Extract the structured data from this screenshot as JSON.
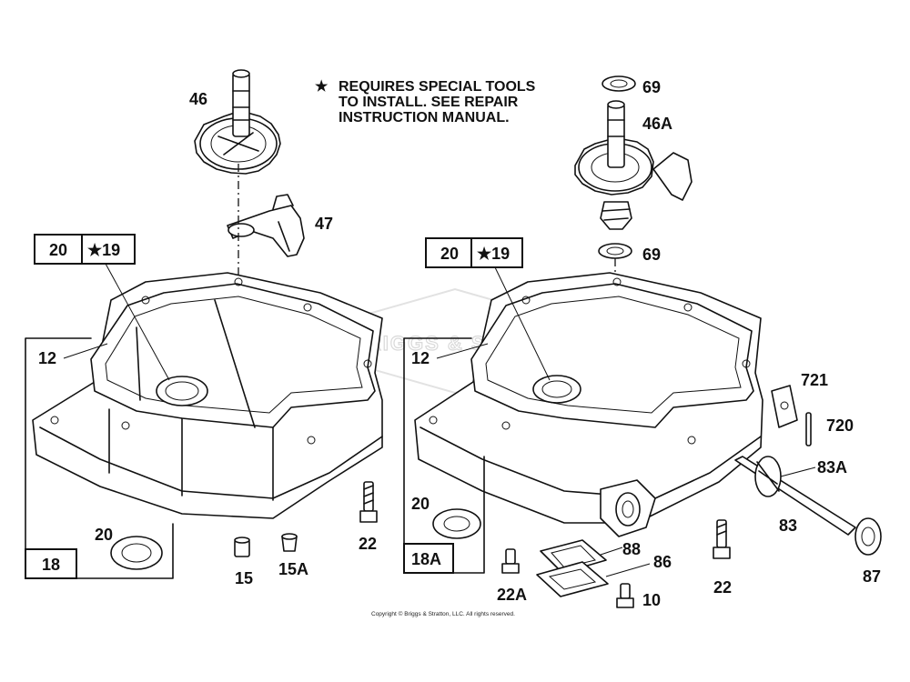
{
  "note": {
    "star": "★",
    "lines": [
      "REQUIRES SPECIAL TOOLS",
      "TO INSTALL.  SEE REPAIR",
      "INSTRUCTION MANUAL."
    ]
  },
  "watermark": "BRIGGS & STRATTON",
  "copyright": "Copyright © Briggs & Stratton, LLC. All rights reserved.",
  "boxes": {
    "left_a": "20",
    "left_b": "★19",
    "right_a": "20",
    "right_b": "★19",
    "left_assembly": "18",
    "right_assembly": "18A"
  },
  "labels": {
    "p46": "46",
    "p47": "47",
    "p69_top": "69",
    "p46a": "46A",
    "p69_mid": "69",
    "p12_left": "12",
    "p12_right": "12",
    "p721": "721",
    "p720": "720",
    "p83a": "83A",
    "p83": "83",
    "p87": "87",
    "p20_left": "20",
    "p20_right": "20",
    "p22_left": "22",
    "p22_right": "22",
    "p15": "15",
    "p15a": "15A",
    "p22a": "22A",
    "p88": "88",
    "p86": "86",
    "p10": "10"
  }
}
